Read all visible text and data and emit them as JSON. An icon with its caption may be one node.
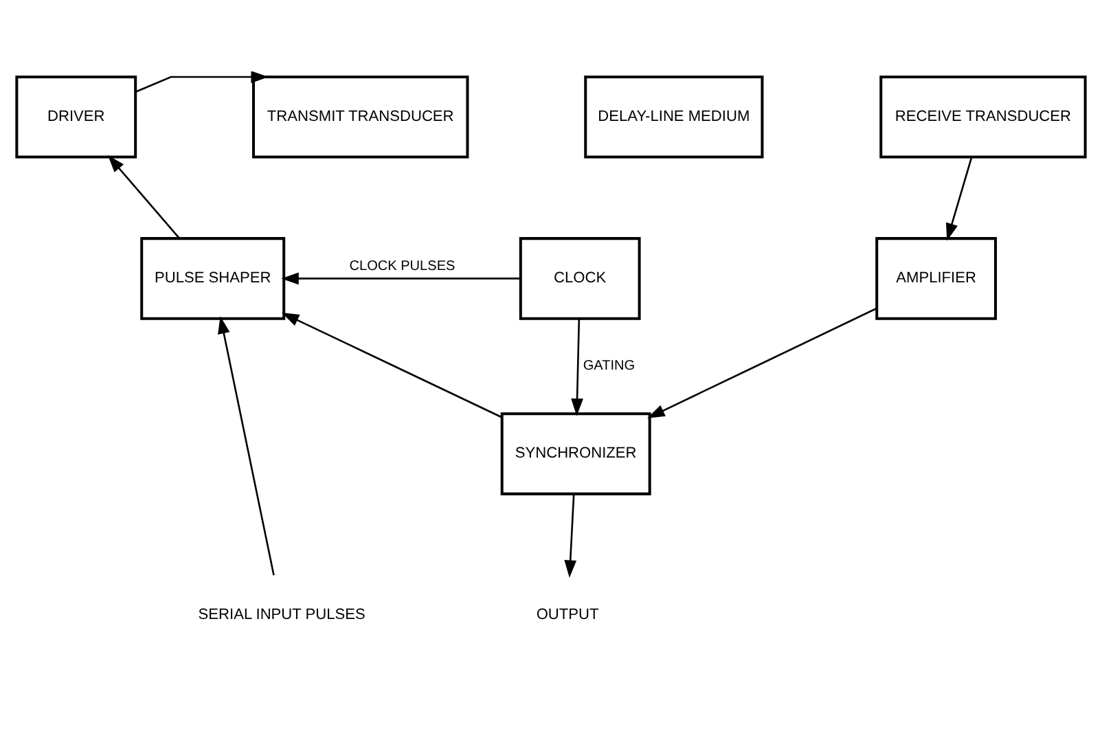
{
  "diagram": {
    "nodes": [
      {
        "text": [
          "DRIVER"
        ]
      },
      {
        "text": [
          "TRANSMIT TRANSDUCER"
        ]
      },
      {
        "text": [
          "DELAY-LINE MEDIUM"
        ]
      },
      {
        "text": [
          "RECEIVE TRANSDUCER"
        ]
      },
      {
        "text": [
          "PULSE SHAPER"
        ]
      },
      {
        "text": [
          "CLOCK"
        ]
      },
      {
        "text": [
          "AMPLIFIER"
        ]
      },
      {
        "text": [
          "SYNCHRONIZER"
        ]
      },
      {
        "text": [
          "SERIAL INPUT PULSES"
        ]
      },
      {
        "text": [
          "OUTPUT"
        ]
      }
    ],
    "edges": [
      {
        "from": 0,
        "to": 1,
        "arrow": "to"
      },
      {
        "from": 3,
        "to": 6,
        "arrow": "to"
      },
      {
        "from": 5,
        "to": 4,
        "arrow": "to",
        "label": "CLOCK PULSES"
      },
      {
        "from": 4,
        "to": 0,
        "arrow": "to"
      },
      {
        "from": 5,
        "to": 7,
        "arrow": "to",
        "label": "GATING"
      },
      {
        "from": 6,
        "to": 7,
        "arrow": "to"
      },
      {
        "from": 7,
        "to": 4,
        "arrow": "to"
      },
      {
        "from": 8,
        "to": 4,
        "arrow": "to"
      },
      {
        "from": 7,
        "to": 9,
        "arrow": "to"
      }
    ]
  }
}
